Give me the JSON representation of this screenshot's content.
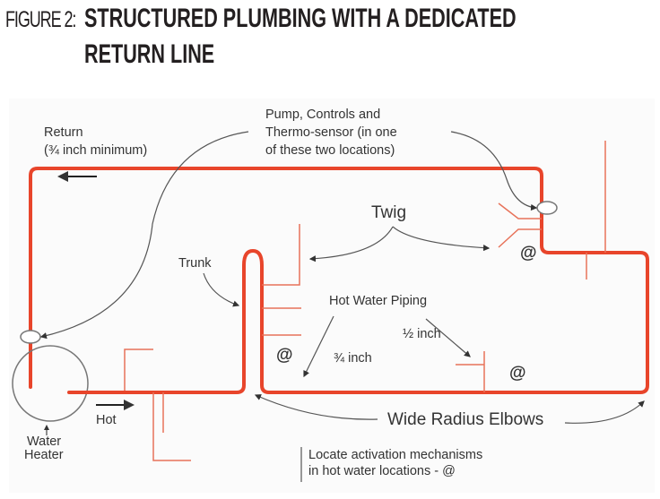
{
  "figure": {
    "prefix": "FIGURE 2:",
    "title_line1": "STRUCTURED PLUMBING WITH A DEDICATED",
    "title_line2": "RETURN LINE"
  },
  "colors": {
    "pipe": "#e8452b",
    "branch": "#e8735a",
    "annotation": "#555555",
    "text": "#333333"
  },
  "labels": {
    "return_line1": "Return",
    "return_line2": "(¾ inch minimum)",
    "pump_line1": "Pump, Controls and",
    "pump_line2": "Thermo-sensor (in one",
    "pump_line3": "of these two locations)",
    "twig": "Twig",
    "trunk": "Trunk",
    "hot_water_piping": "Hot Water Piping",
    "half_inch": "½ inch",
    "three_quarter_inch": "¾ inch",
    "hot": "Hot",
    "water_heater_line1": "Water",
    "water_heater_line2": "Heater",
    "wide_radius_elbows": "Wide Radius Elbows",
    "locate_line1": "Locate activation mechanisms",
    "locate_line2": "in hot water locations - @",
    "activation_symbol": "@"
  }
}
